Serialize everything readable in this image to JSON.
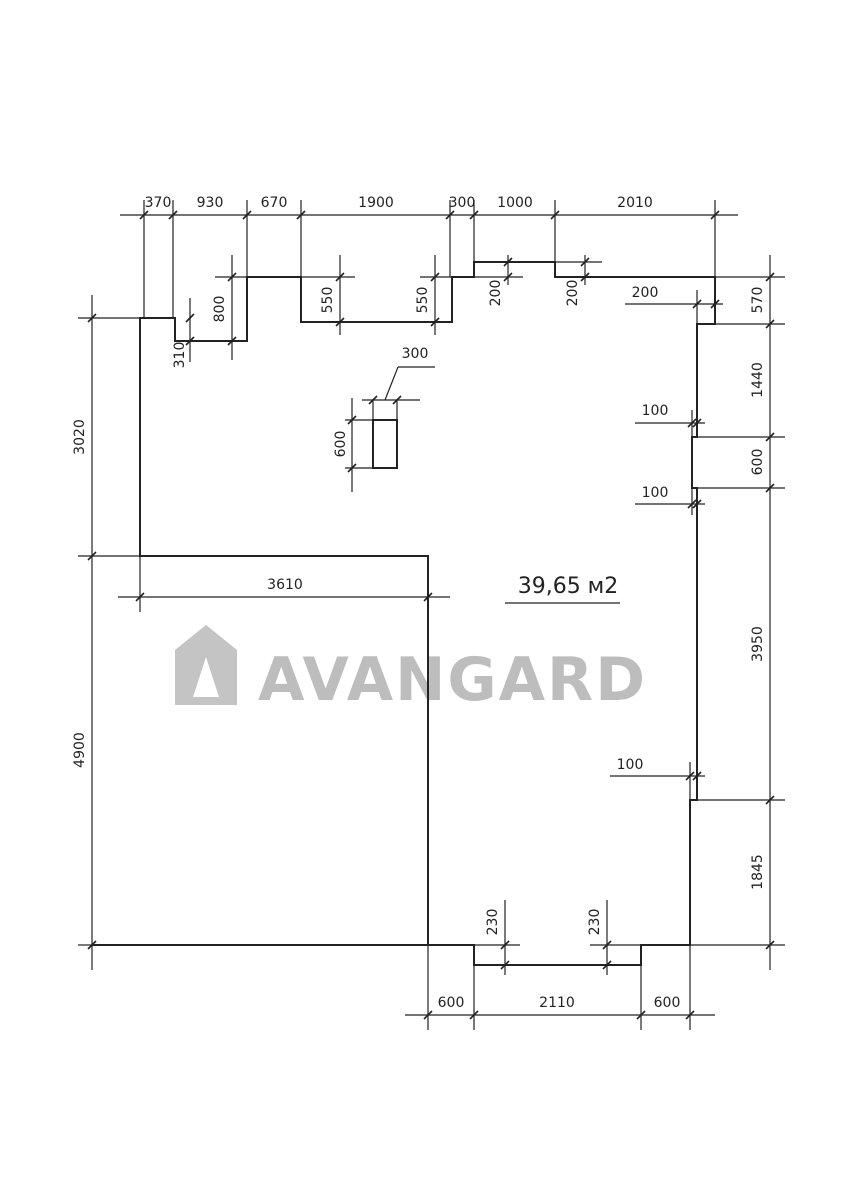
{
  "plan": {
    "area_label": "39,65 м2",
    "watermark": "AVANGARD",
    "dimensions_top": [
      "370",
      "930",
      "670",
      "1900",
      "300",
      "1000",
      "2010"
    ],
    "dimensions_inner": [
      "800",
      "310",
      "550",
      "550",
      "200",
      "200",
      "200",
      "300",
      "600"
    ],
    "dimensions_right": [
      "570",
      "1440",
      "600",
      "3950",
      "1845"
    ],
    "dimensions_right_inner": [
      "100",
      "100",
      "100"
    ],
    "dimensions_left": [
      "3020",
      "4900"
    ],
    "dimension_mid": "3610",
    "dimensions_bottom": [
      "600",
      "2110",
      "600"
    ],
    "dimensions_bottom_inner": [
      "230",
      "230"
    ]
  }
}
